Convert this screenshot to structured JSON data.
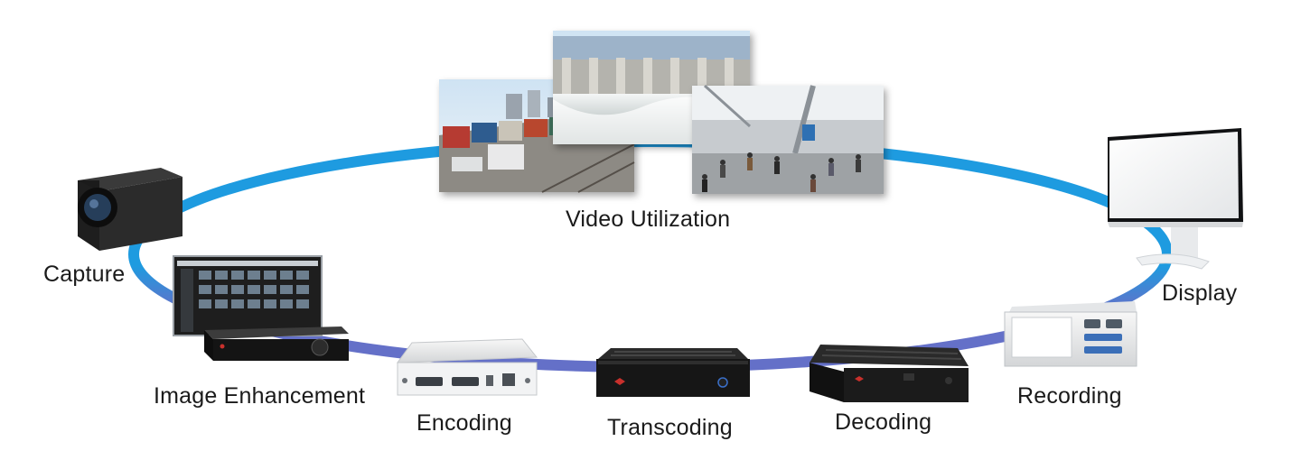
{
  "stages": {
    "video_utilization": "Video Utilization",
    "capture": "Capture",
    "image_enhancement": "Image Enhancement",
    "encoding": "Encoding",
    "transcoding": "Transcoding",
    "decoding": "Decoding",
    "recording": "Recording",
    "display": "Display"
  },
  "colors": {
    "ring_blue": "#1e9be0",
    "ring_purple": "#6470c8"
  },
  "icons": [
    "freight-yard-photo",
    "dam-spillway-photo",
    "airport-terminal-photo",
    "camera-icon",
    "workstation-icon",
    "encoder-box-icon",
    "transcoder-box-icon",
    "decoder-box-icon",
    "recorder-icon",
    "monitor-icon"
  ]
}
